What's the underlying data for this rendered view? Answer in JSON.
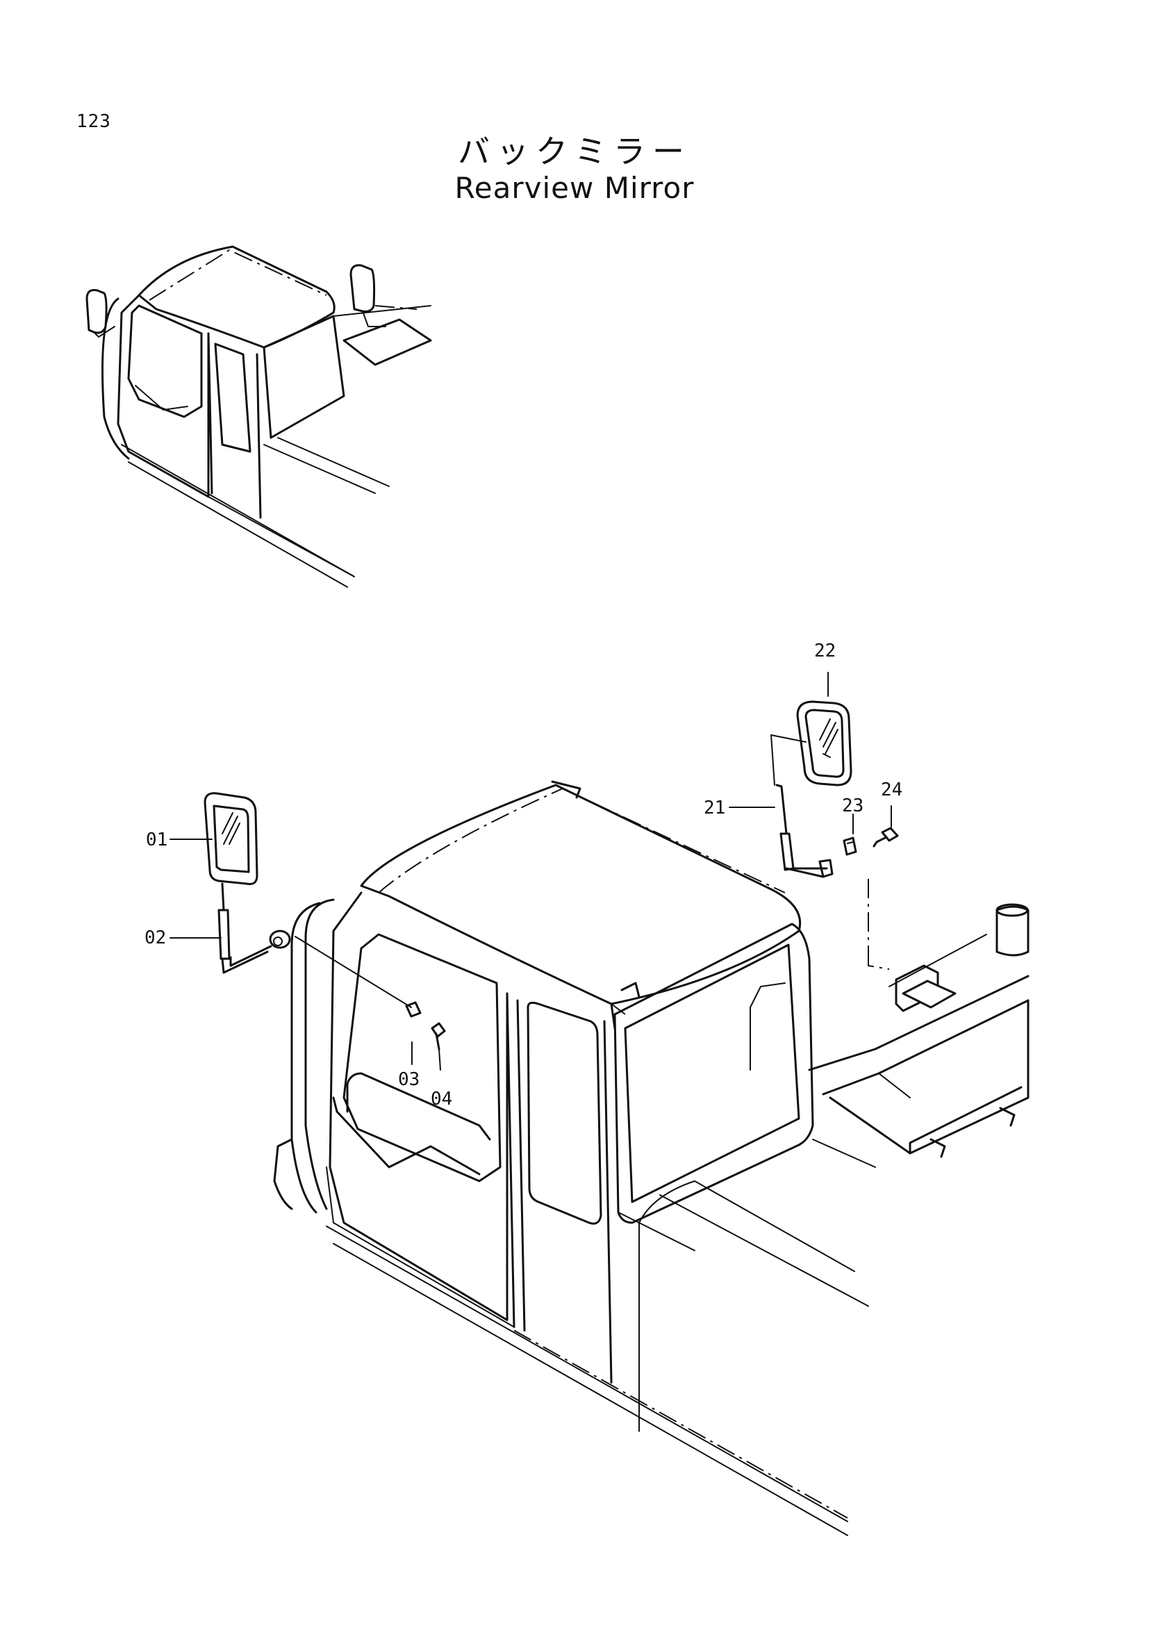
{
  "page": {
    "number": "123",
    "title_jp": "バックミラー",
    "title_en": "Rearview Mirror"
  },
  "callouts": {
    "c01": "01",
    "c02": "02",
    "c03": "03",
    "c04": "04",
    "c21": "21",
    "c22": "22",
    "c23": "23",
    "c24": "24"
  }
}
